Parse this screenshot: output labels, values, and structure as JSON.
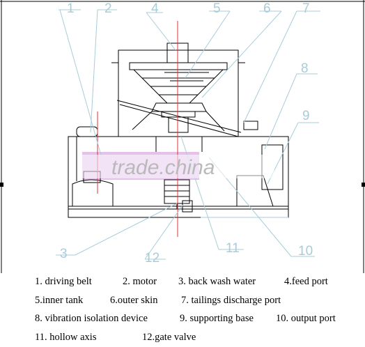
{
  "callouts": [
    "1",
    "2",
    "4",
    "5",
    "6",
    "7",
    "8",
    "9",
    "3",
    "12",
    "11",
    "10"
  ],
  "watermark": "trade.china",
  "legend": {
    "l1": "1. driving   belt",
    "l2": "2. motor",
    "l3": "3. back wash water",
    "l4": "4.feed port",
    "l5": "5.inner tank",
    "l6": "6.outer skin",
    "l7": "7. tailings discharge port",
    "l8": "8. vibration isolation device",
    "l9": "9. supporting base",
    "l10": "10. output port",
    "l11": "11. hollow axis",
    "l12": "12.gate valve"
  },
  "colors": {
    "line": "#000000",
    "leader": "#a8ccd8",
    "shaft": "#e0303a",
    "highlight": "#e0b6e6"
  }
}
